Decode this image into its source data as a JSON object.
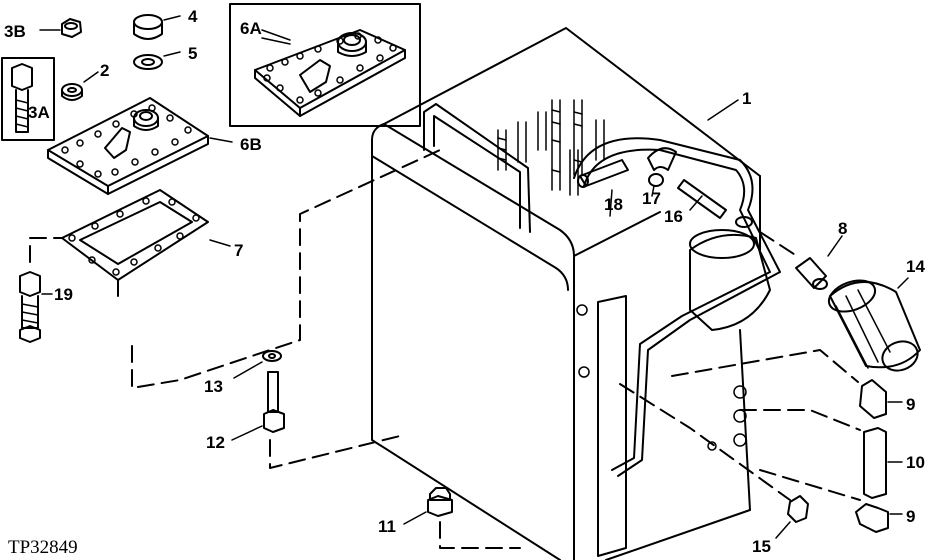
{
  "drawing": {
    "code": "TP32849",
    "inset_label": "6A",
    "callouts": {
      "c3b": "3B",
      "c3a": "3A",
      "c2": "2",
      "c4": "4",
      "c5": "5",
      "c6b": "6B",
      "c7": "7",
      "c19": "19",
      "c13": "13",
      "c12": "12",
      "c11": "11",
      "c1": "1",
      "c18": "18",
      "c17": "17",
      "c16": "16",
      "c8": "8",
      "c14": "14",
      "c9a": "9",
      "c10": "10",
      "c9b": "9",
      "c15": "15"
    }
  }
}
